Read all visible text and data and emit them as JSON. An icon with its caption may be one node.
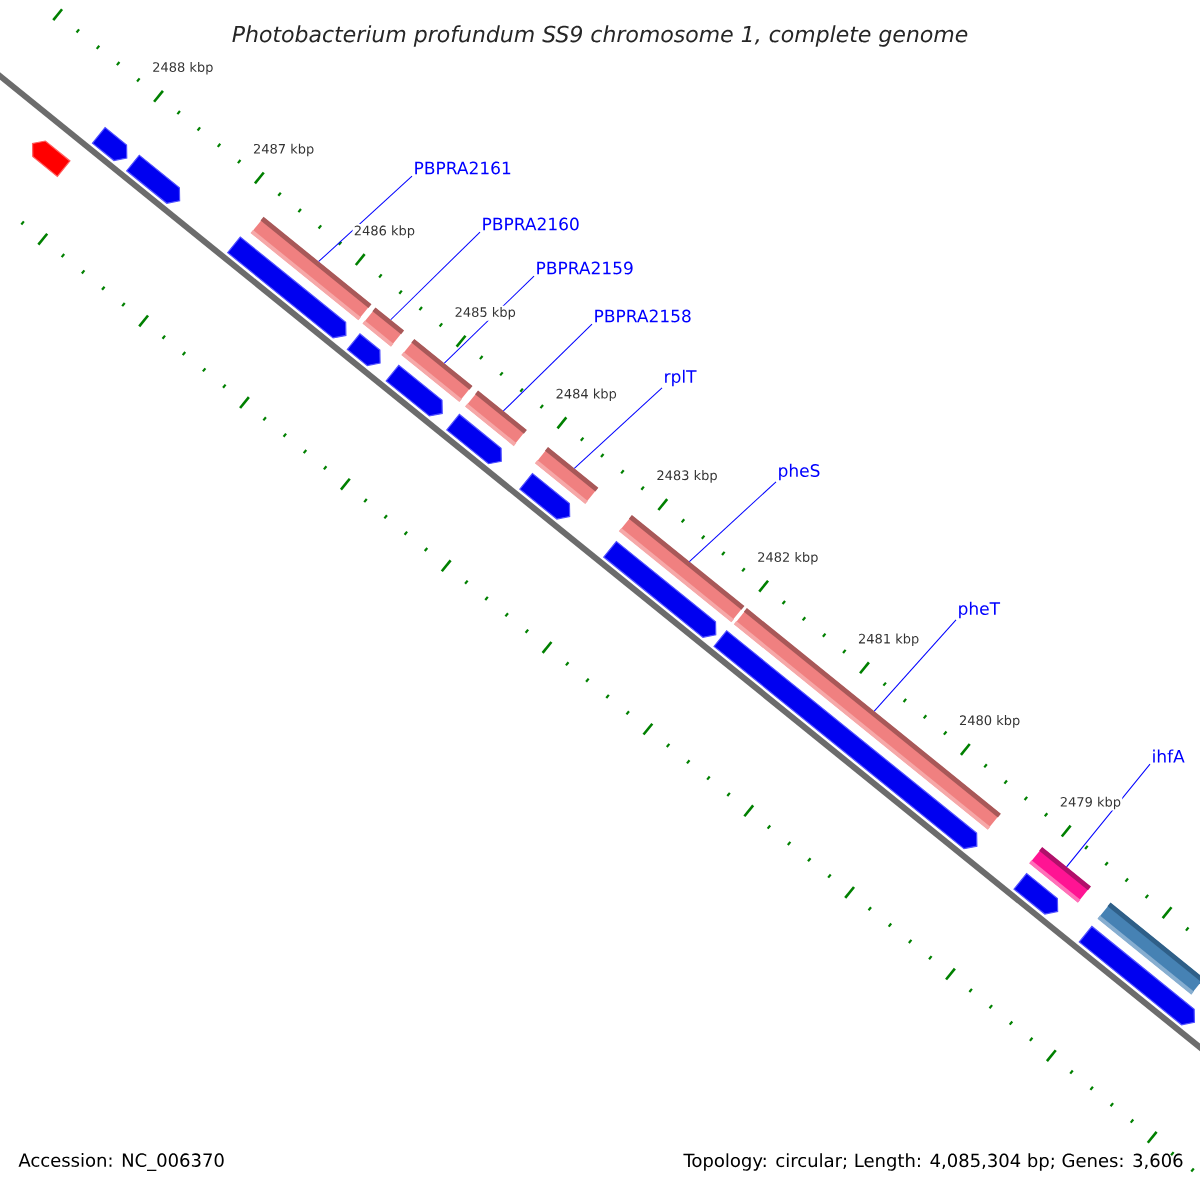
{
  "diagram": {
    "title": "Photobacterium profundum SS9 chromosome 1, complete genome",
    "nodes": [
      {
        "text": [
          "PBPRA2161"
        ]
      },
      {
        "text": [
          "PBPRA2160"
        ]
      },
      {
        "text": [
          "PBPRA2159"
        ]
      },
      {
        "text": [
          "PBPRA2158"
        ]
      },
      {
        "text": [
          "rplT"
        ]
      },
      {
        "text": [
          "pheS"
        ]
      },
      {
        "text": [
          "pheT"
        ]
      },
      {
        "text": [
          "ihfA"
        ]
      },
      {
        "text": [],
        "shape": "bar"
      },
      {
        "text": [],
        "shape": "bar"
      },
      {
        "text": [],
        "shape": "bar"
      },
      {
        "text": [],
        "shape": "bar"
      },
      {
        "text": [],
        "shape": "bar"
      },
      {
        "text": [],
        "shape": "bar"
      },
      {
        "text": [],
        "shape": "bar"
      },
      {
        "text": [],
        "shape": "bar"
      },
      {
        "text": [],
        "shape": "pentagon"
      },
      {
        "text": [],
        "shape": "pentagon"
      },
      {
        "text": [],
        "shape": "pentagon"
      },
      {
        "text": [],
        "shape": "pentagon"
      },
      {
        "text": [],
        "shape": "pentagon"
      },
      {
        "text": [],
        "shape": "pentagon"
      },
      {
        "text": [],
        "shape": "pentagon"
      },
      {
        "text": [],
        "shape": "pentagon"
      },
      {
        "text": [],
        "shape": "pentagon"
      },
      {
        "text": [],
        "shape": "pentagon"
      },
      {
        "text": [],
        "shape": "pentagon"
      },
      {
        "text": [],
        "shape": "pentagon"
      },
      {
        "text": [],
        "shape": "bar"
      }
    ],
    "edges": [
      {
        "from": 0,
        "to": 8,
        "arrow": "none"
      },
      {
        "from": 1,
        "to": 9,
        "arrow": "none"
      },
      {
        "from": 2,
        "to": 10,
        "arrow": "none"
      },
      {
        "from": 3,
        "to": 11,
        "arrow": "none"
      },
      {
        "from": 4,
        "to": 12,
        "arrow": "none"
      },
      {
        "from": 5,
        "to": 13,
        "arrow": "none"
      },
      {
        "from": 6,
        "to": 14,
        "arrow": "none"
      },
      {
        "from": 7,
        "to": 15,
        "arrow": "none"
      }
    ],
    "labels": [
      "2488 kbp",
      "2487 kbp",
      "2486 kbp",
      "2485 kbp",
      "2484 kbp",
      "2483 kbp",
      "2482 kbp",
      "2481 kbp",
      "2480 kbp",
      "2479 kbp",
      "Accession: NC_006370",
      "Topology: circular; Length: 4,085,304 bp; Genes: 3,606"
    ]
  }
}
